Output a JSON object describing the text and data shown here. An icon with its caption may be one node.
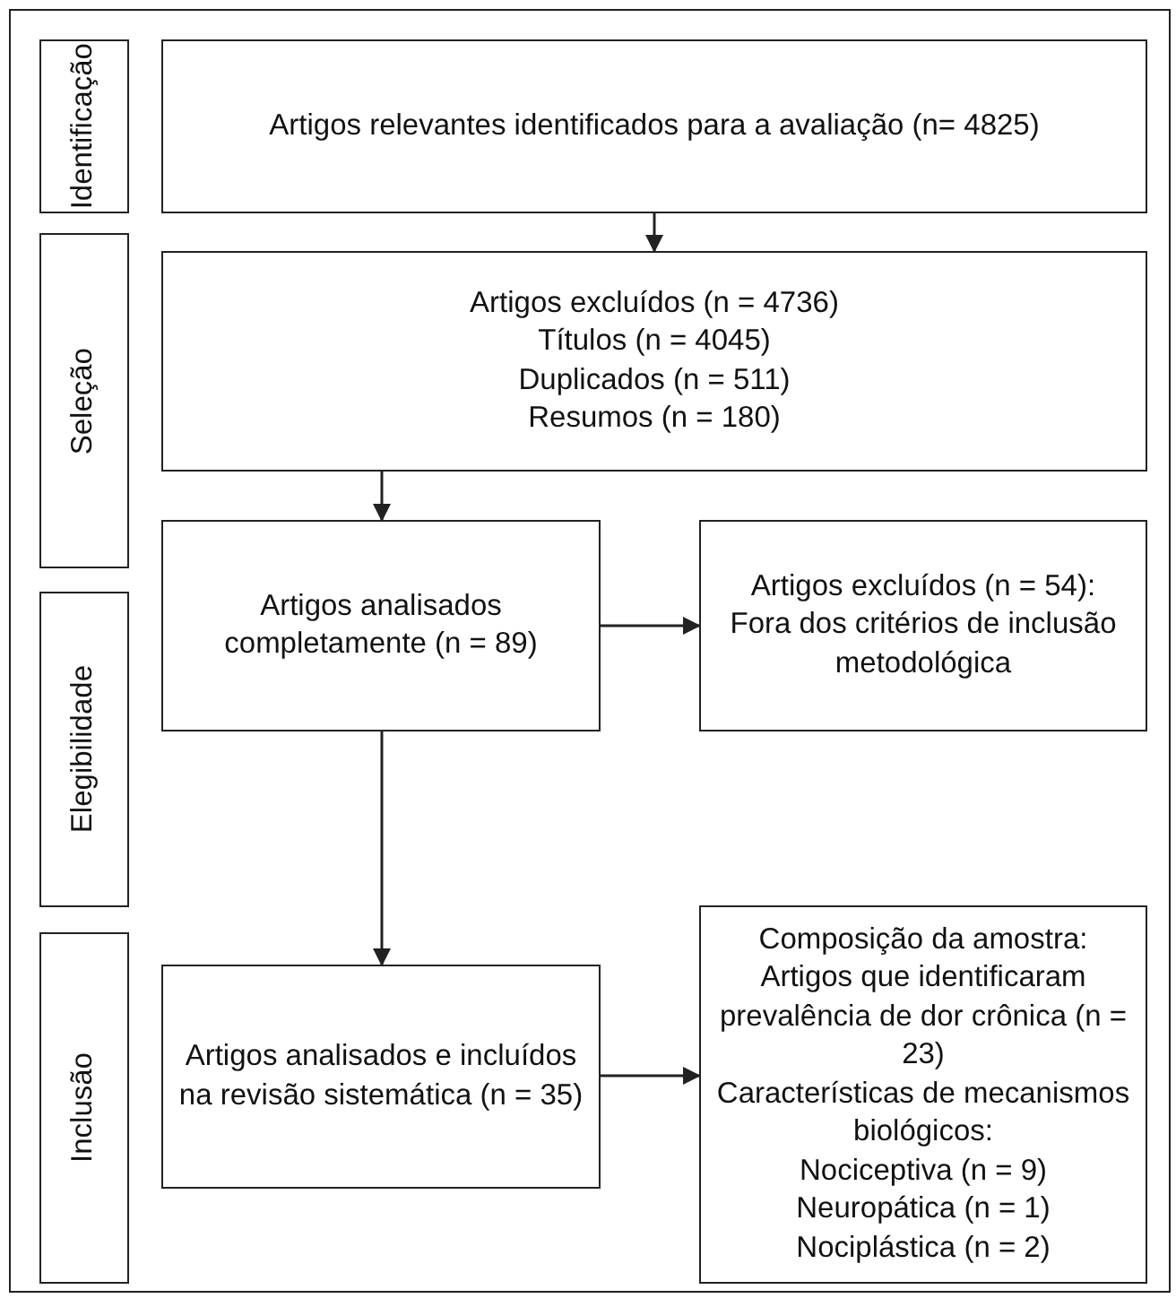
{
  "diagram": {
    "nodes": [
      {
        "text": [
          "Identificação"
        ]
      },
      {
        "text": [
          "Seleção"
        ]
      },
      {
        "text": [
          "Elegibilidade"
        ]
      },
      {
        "text": [
          "Inclusão"
        ]
      },
      {
        "text": [
          "Artigos relevantes identificados para a avaliação (n= 4825)"
        ]
      },
      {
        "text": [
          "Artigos excluídos (n = 4736)",
          "Títulos (n = 4045)",
          "Duplicados (n = 511)",
          "Resumos (n = 180)"
        ]
      },
      {
        "text": [
          "Artigos analisados completamente (n = 89)"
        ]
      },
      {
        "text": [
          "Artigos excluídos (n = 54):",
          "Fora dos critérios de inclusão metodológica"
        ]
      },
      {
        "text": [
          "Artigos analisados e incluídos na revisão sistemática (n = 35)"
        ]
      },
      {
        "text": [
          "Composição da amostra:",
          "Artigos que identificaram prevalência de dor crônica (n = 23)",
          "Características de mecanismos biológicos:",
          "Nociceptiva (n = 9)",
          "Neuropática (n = 1)",
          "Nociplástica (n = 2)"
        ]
      }
    ],
    "edges": [
      {
        "from": 4,
        "to": 5,
        "arrow": "to"
      },
      {
        "from": 5,
        "to": 6,
        "arrow": "to"
      },
      {
        "from": 6,
        "to": 7,
        "arrow": "to"
      },
      {
        "from": 6,
        "to": 8,
        "arrow": "to"
      },
      {
        "from": 8,
        "to": 9,
        "arrow": "to"
      }
    ]
  }
}
